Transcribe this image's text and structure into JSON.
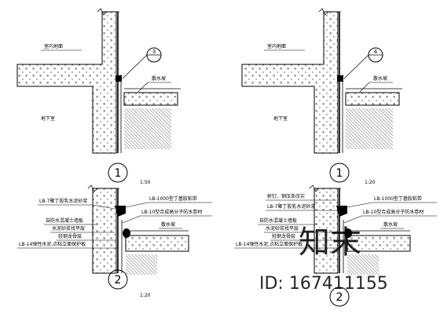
{
  "details": [
    {
      "id": "top-left",
      "labels": {
        "indoor_floor": "室内地面",
        "basement": "地下室",
        "apron": "散水坡"
      },
      "callout_number": "3",
      "section_number": "1",
      "scale": "1:50"
    },
    {
      "id": "top-right",
      "labels": {
        "indoor_floor": "室内地面",
        "basement": "地下室",
        "apron": "散水坡"
      },
      "callout_number": "4",
      "section_number": "1",
      "scale": "1:20"
    },
    {
      "id": "bottom-left",
      "labels": [
        "LB-7聚丁胶乳水泥砂浆",
        "LB-1000型丁基胶粘带",
        "自防水混凝土墙板",
        "水泥砂浆找平层",
        "轻钢龙骨层",
        "LB-10型合成高分子防水卷材",
        "LB-14弹性水泥,点粘立面保护板",
        "散水坡"
      ],
      "section_number": "2",
      "scale": "1:20"
    },
    {
      "id": "bottom-right",
      "labels": [
        "射钉、钢压条压实",
        "LB-7聚丁胶乳水泥砂浆",
        "LB-1000型丁基胶粘带",
        "自防水混凝土墙板",
        "水泥砂浆找平层",
        "轻钢龙骨层",
        "LB-10型合成高分子防水卷材",
        "LB-14弹性水泥,点粘立面保护板",
        "散水坡"
      ],
      "section_number": "2"
    }
  ],
  "watermark": {
    "logo_text": "知末",
    "id_text": "ID: 167411155"
  },
  "colors": {
    "line": "#000000",
    "background": "#ffffff",
    "watermark": "#d0d0d0"
  }
}
